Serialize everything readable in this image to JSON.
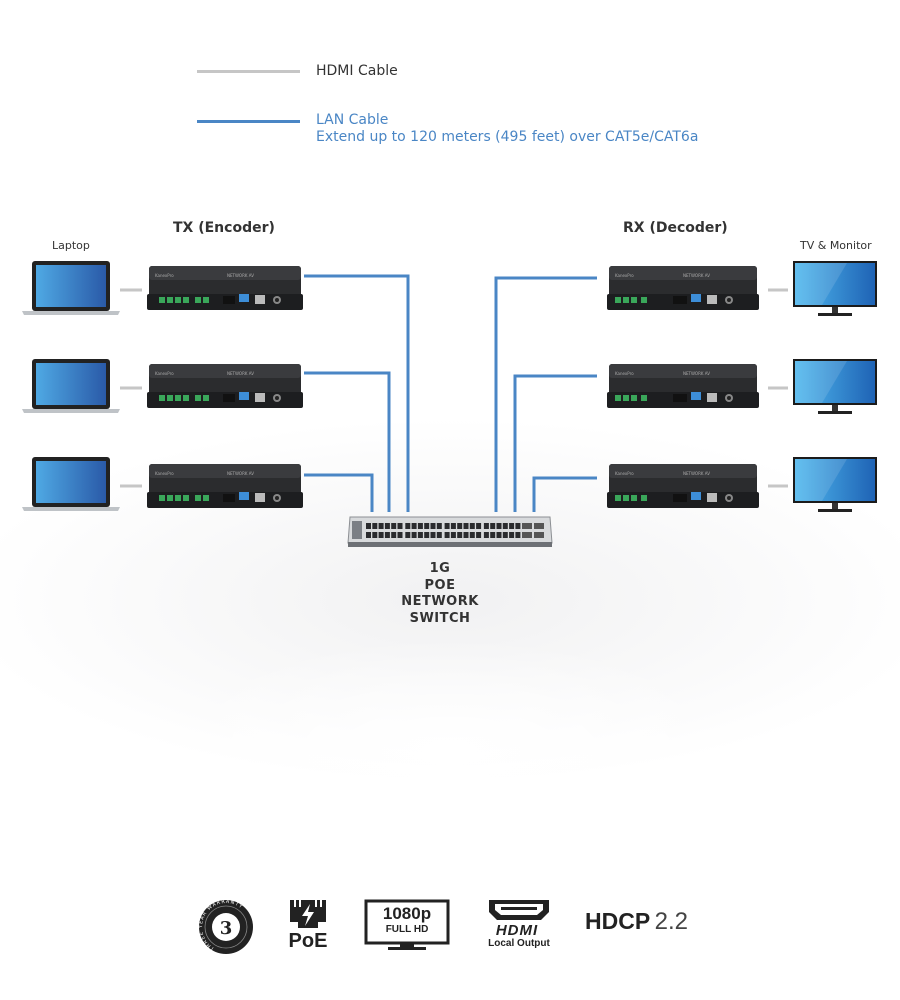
{
  "legend": {
    "hdmi_label": "HDMI Cable",
    "lan_label": "LAN Cable",
    "lan_note": "Extend up to 120 meters (495 feet) over CAT5e/CAT6a"
  },
  "colors": {
    "hdmi": "#c6c6c6",
    "lan": "#4a86c5",
    "text": "#333333"
  },
  "tx_title": "TX (Encoder)",
  "rx_title": "RX (Decoder)",
  "laptop_label": "Laptop",
  "tv_label": "TV & Monitor",
  "device_brand": "KanexPro",
  "device_text": "NETWORK AV",
  "switch_lines": [
    "1G",
    "POE",
    "NETWORK",
    "SWITCH"
  ],
  "badges": {
    "warranty_number": "3",
    "warranty_ring": "THREE YEAR WARRANTY",
    "poe": "PoE",
    "res_main": "1080p",
    "res_sub": "FULL HD",
    "hdmi_logo": "HDMI",
    "hdmi_sub": "Local Output",
    "hdcp_main": "HDCP",
    "hdcp_ver": "2.2"
  }
}
